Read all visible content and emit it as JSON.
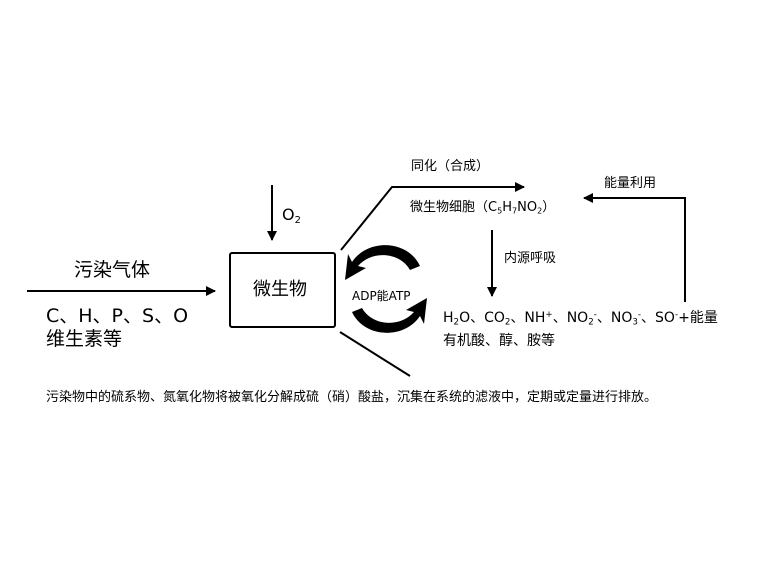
{
  "diagram": {
    "box_label": "微生物",
    "o2": {
      "base": "O",
      "sub": "2"
    },
    "pollutant_gas": "污染气体",
    "elements": "C、H、P、S、O",
    "vitamins": "维生素等",
    "assimilation": "同化（合成）",
    "energy_use": "能量利用",
    "cell": {
      "prefix": "微生物细胞（C",
      "s1": "5",
      "h": "H",
      "s2": "7",
      "no": "NO",
      "s3": "2",
      "suffix": "）"
    },
    "endogenous": "内源呼吸",
    "atp_cycle": "ADP能ATP",
    "products": {
      "h2o_a": "H",
      "h2o_s": "2",
      "h2o_b": "O、CO",
      "co2_s": "2",
      "nh_a": "、NH",
      "nh_sup": "+",
      "no2_a": "、NO",
      "no2_s": "2",
      "no2_sup": "-",
      "no3_a": "、NO",
      "no3_s": "3",
      "no3_sup": "-",
      "so_a": "、SO",
      "so_sup": "-",
      "so_b": "+能量"
    },
    "organics": "有机酸、醇、胺等",
    "caption": "污染物中的硫系物、氮氧化物将被氧化分解成硫（硝）酸盐，沉集在系统的滤液中，定期或定量进行排放。"
  }
}
